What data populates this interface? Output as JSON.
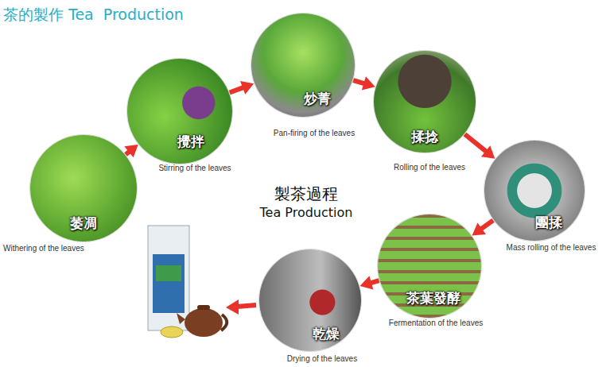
{
  "diagram": {
    "title": "茶的製作 Tea  Production",
    "nodes": [
      {
        "text": [
          "萎凋",
          "Withering of the leaves"
        ]
      },
      {
        "text": [
          "攪拌",
          "Stirring of the leaves"
        ]
      },
      {
        "text": [
          "炒菁",
          "Pan-firing of the leaves"
        ]
      },
      {
        "text": [
          "揉捻",
          "Rolling of the leaves"
        ]
      },
      {
        "text": [
          "團揉",
          "Mass rolling of the leaves"
        ]
      },
      {
        "text": [
          "茶葉發酵",
          "Fermentation of the leaves"
        ]
      },
      {
        "text": [
          "乾燥",
          "Drying of the leaves"
        ]
      }
    ],
    "edges": [
      {
        "from": 0,
        "to": 1,
        "arrow": "to"
      },
      {
        "from": 1,
        "to": 2,
        "arrow": "to"
      },
      {
        "from": 2,
        "to": 3,
        "arrow": "to"
      },
      {
        "from": 3,
        "to": 4,
        "arrow": "to"
      },
      {
        "from": 4,
        "to": 5,
        "arrow": "to"
      },
      {
        "from": 5,
        "to": 6,
        "arrow": "to"
      }
    ],
    "labels": [
      "製茶過程",
      "Tea Production"
    ]
  }
}
